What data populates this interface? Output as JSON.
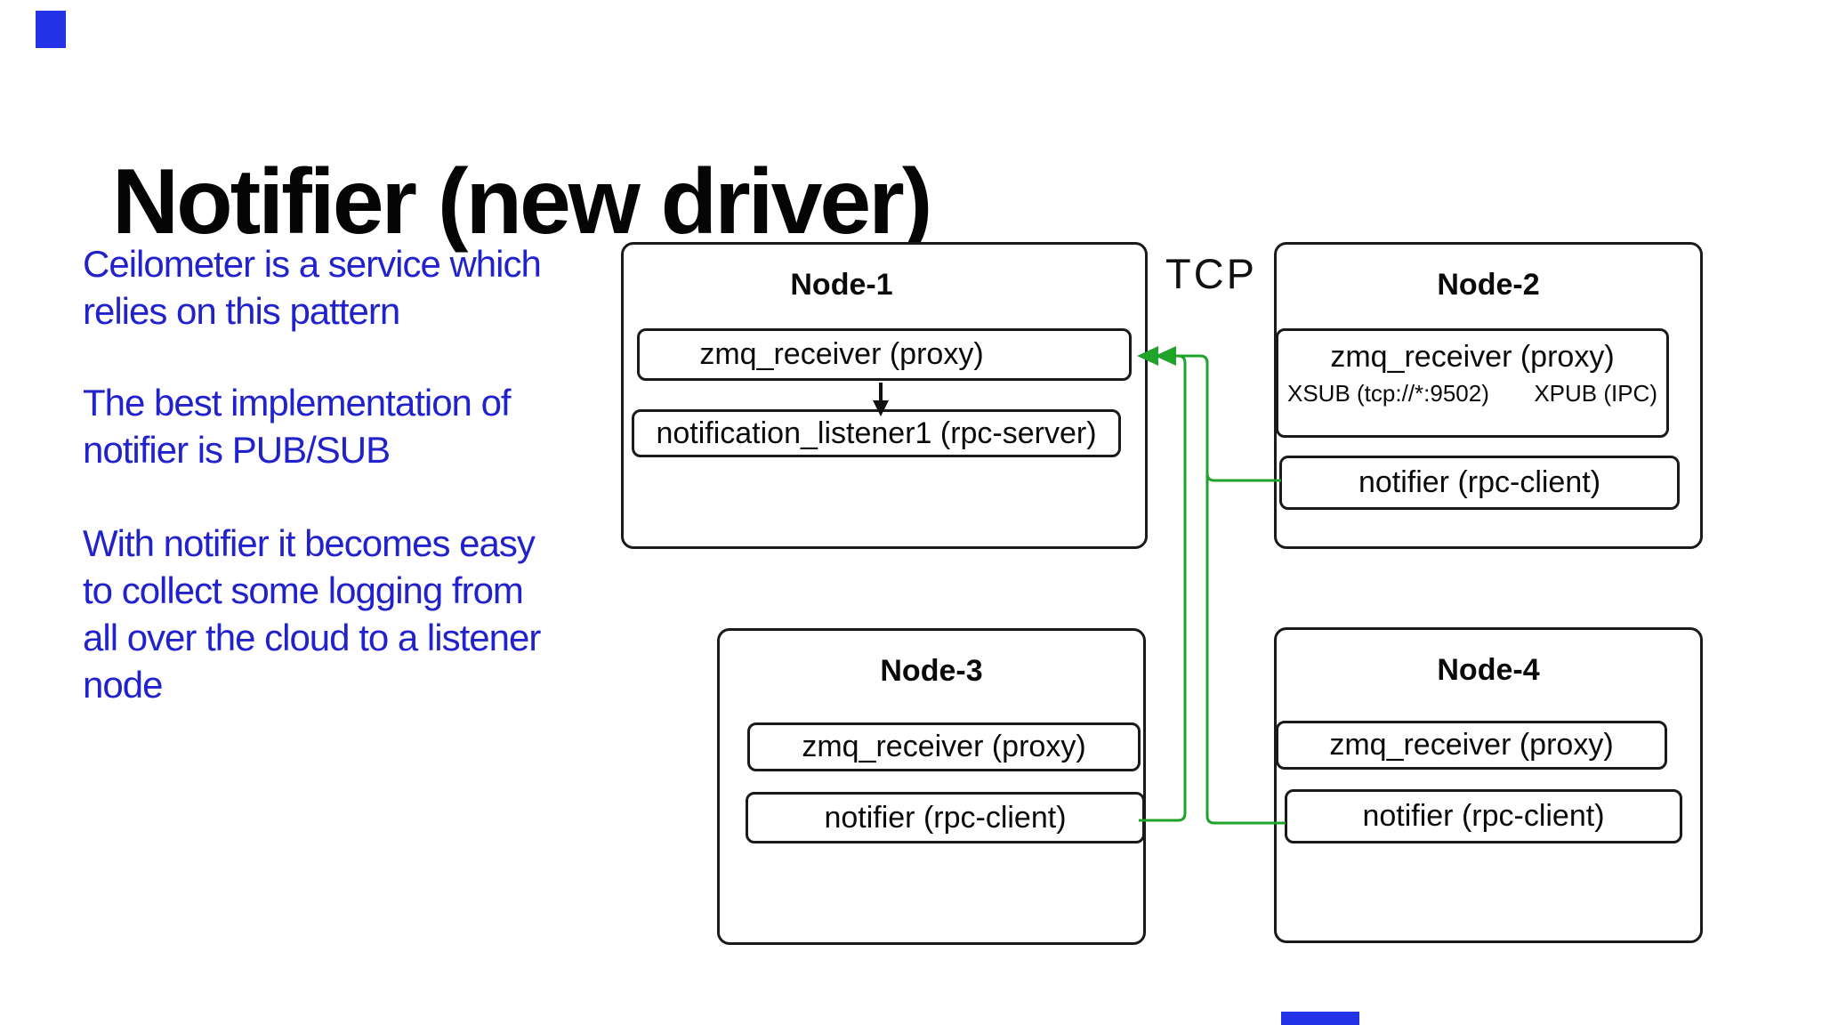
{
  "slide": {
    "title": "Notifier (new driver)"
  },
  "notes": [
    {
      "line1": "Ceilometer is a service which",
      "line2": "relies on this pattern"
    },
    {
      "line1": "The best implementation of",
      "line2": "notifier is PUB/SUB"
    },
    {
      "line1": "With notifier it becomes easy",
      "line2": "to collect some logging from",
      "line3": "all over the cloud to a listener",
      "line4": "node"
    }
  ],
  "labels": {
    "tcp": "TCP"
  },
  "nodes": [
    {
      "title": "Node-1",
      "receiver": "zmq_receiver (proxy)",
      "listener": "notification_listener1 (rpc-server)"
    },
    {
      "title": "Node-2",
      "receiver": "zmq_receiver (proxy)",
      "xsub": "XSUB (tcp://*:9502)",
      "xpub": "XPUB (IPC)",
      "notifier": "notifier (rpc-client)"
    },
    {
      "title": "Node-3",
      "receiver": "zmq_receiver (proxy)",
      "notifier": "notifier (rpc-client)"
    },
    {
      "title": "Node-4",
      "receiver": "zmq_receiver (proxy)",
      "notifier": "notifier (rpc-client)"
    }
  ],
  "colors": {
    "note_text": "#2222CC",
    "connector_green": "#1FA32B",
    "decoration_blue": "#2433E8",
    "box_border": "#1A1A1A"
  }
}
